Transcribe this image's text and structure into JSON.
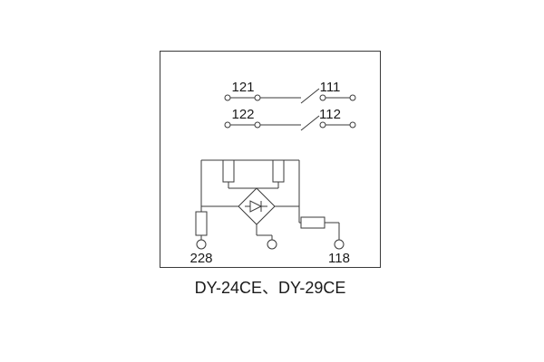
{
  "diagram": {
    "caption": "DY-24CE、DY-29CE",
    "contact_rows": [
      {
        "left_label": "121",
        "right_label": "111"
      },
      {
        "left_label": "122",
        "right_label": "112"
      }
    ],
    "terminals": {
      "bottom_left": "228",
      "bottom_right": "118"
    }
  },
  "colors": {
    "line": "#3a3a3a",
    "text": "#1a1a1a",
    "background": "#ffffff"
  }
}
